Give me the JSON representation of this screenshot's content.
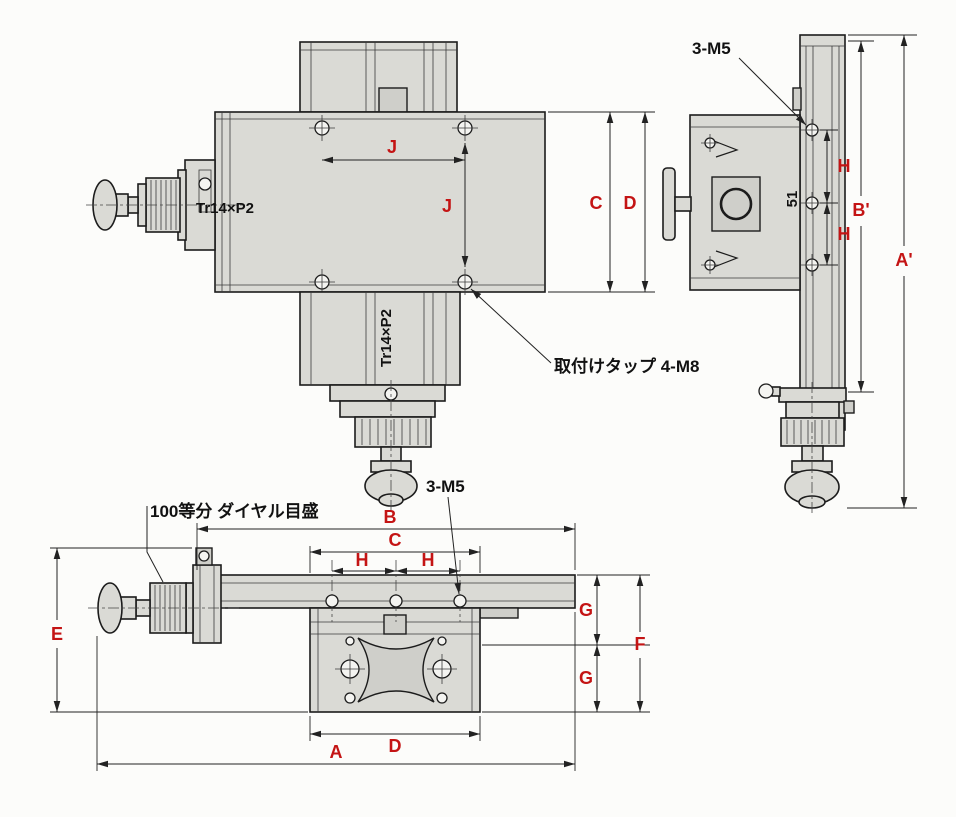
{
  "colors": {
    "dim_label": "#c41414",
    "line": "#1c1c1c",
    "body_fill": "#dadad5",
    "background": "#fcfcfa"
  },
  "labels": {
    "m5_side": "3-M5",
    "m5_front": "3-M5",
    "tr14_screw": "Tr14×P2",
    "tr14_screw_vertical": "Tr14×P2",
    "mount_tap": "取付けタップ 4-M8",
    "dial_scale": "100等分 ダイヤル目盛",
    "spacing_51": "51"
  },
  "dims": {
    "top": {
      "j_h": "J",
      "j_v": "J",
      "c": "C",
      "d": "D"
    },
    "side": {
      "h_upper": "H",
      "h_lower": "H",
      "b_prime": "B'",
      "a_prime": "A'"
    },
    "front": {
      "b": "B",
      "c": "C",
      "h_left": "H",
      "h_right": "H",
      "e": "E",
      "g_upper": "G",
      "g_lower": "G",
      "f": "F",
      "d": "D",
      "a": "A"
    }
  }
}
